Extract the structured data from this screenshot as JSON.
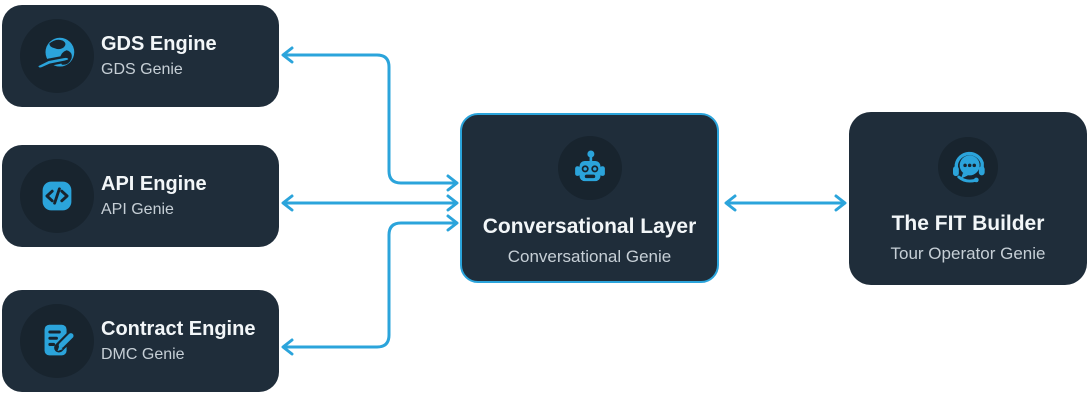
{
  "colors": {
    "page_bg": "#FFFFFF",
    "card_bg": "#1F2D3A",
    "icon_circle_bg": "#18242E",
    "accent_blue": "#2BA4DB",
    "title_text": "#F2F6F8",
    "subtitle_text": "#C6CFD6"
  },
  "nodes": {
    "gds": {
      "title": "GDS Engine",
      "subtitle": "GDS Genie",
      "icon": "globe-airplane-icon"
    },
    "api": {
      "title": "API Engine",
      "subtitle": "API Genie",
      "icon": "code-icon"
    },
    "contract": {
      "title": "Contract Engine",
      "subtitle": "DMC Genie",
      "icon": "document-pen-icon"
    },
    "conversational": {
      "title": "Conversational Layer",
      "subtitle": "Conversational Genie",
      "icon": "robot-icon"
    },
    "fit": {
      "title": "The FIT Builder",
      "subtitle": "Tour Operator Genie",
      "icon": "headset-chat-icon"
    }
  },
  "edges": [
    {
      "from": "conversational",
      "to": "gds",
      "direction": "bidirectional",
      "shape": "elbow"
    },
    {
      "from": "conversational",
      "to": "api",
      "direction": "bidirectional",
      "shape": "straight"
    },
    {
      "from": "conversational",
      "to": "contract",
      "direction": "bidirectional",
      "shape": "elbow"
    },
    {
      "from": "conversational",
      "to": "fit",
      "direction": "bidirectional",
      "shape": "straight"
    }
  ]
}
